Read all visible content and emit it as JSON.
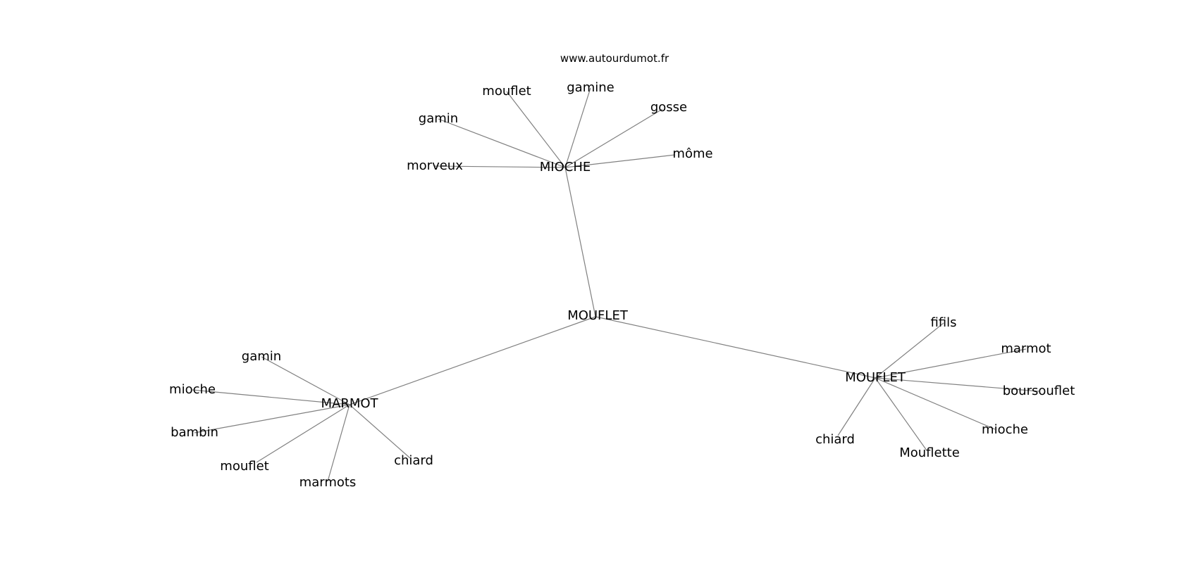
{
  "watermark": "www.autourdumot.fr",
  "graph": {
    "center": "MOUFLET",
    "clusters": [
      {
        "hub": "MIOCHE",
        "leaves": [
          "morveux",
          "gamin",
          "mouflet",
          "gamine",
          "gosse",
          "môme"
        ]
      },
      {
        "hub": "MARMOT",
        "leaves": [
          "gamin",
          "mioche",
          "bambin",
          "mouflet",
          "marmots",
          "chiard"
        ]
      },
      {
        "hub": "MOUFLET",
        "leaves": [
          "fifils",
          "marmot",
          "boursouflet",
          "mioche",
          "Mouflette",
          "chiard"
        ]
      }
    ]
  }
}
